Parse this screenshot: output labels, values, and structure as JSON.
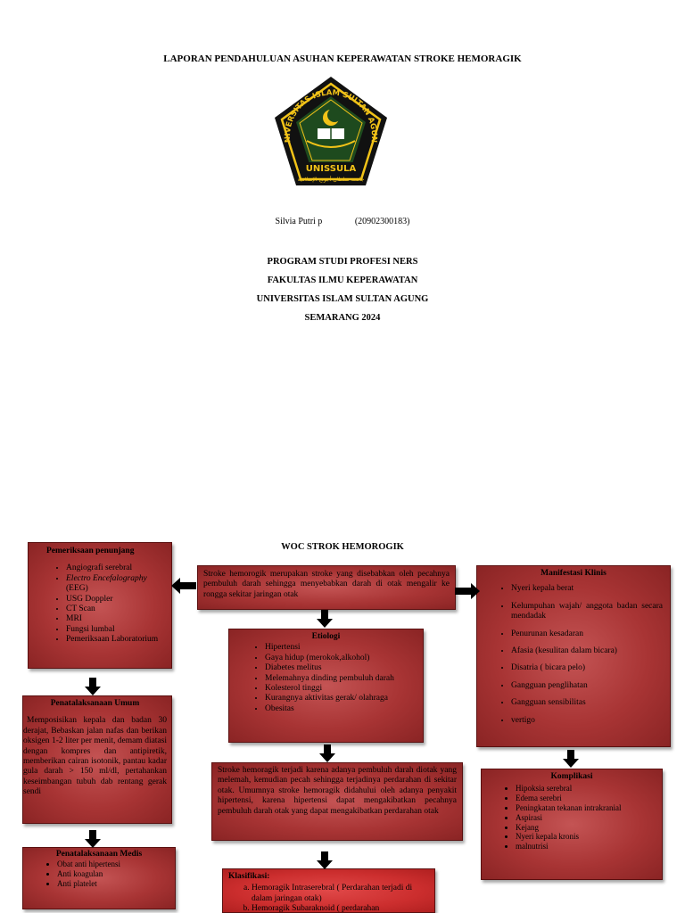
{
  "cover": {
    "title": "LAPORAN PENDAHULUAN ASUHAN KEPERAWATAN   STROKE HEMORAGIK",
    "logo": {
      "arc_text": "UNIVERSITAS ISLAM SULTAN AGUNG",
      "name": "UNISSULA",
      "arabic": "جامعة سلطان أجونج الإسلامية",
      "colors": {
        "green": "#1e4a1e",
        "yellow": "#f2c318",
        "black": "#111111"
      }
    },
    "author_name": "Silvia Putri p",
    "author_nim": "(20902300183)",
    "institution": [
      "PROGRAM STUDI PROFESI NERS",
      "FAKULTAS ILMU KEPERAWATAN",
      "UNIVERSITAS ISLAM SULTAN AGUNG",
      "SEMARANG 2024"
    ]
  },
  "woc": {
    "title": "WOC STROK HEMOROGIK",
    "definition": "Stroke hemorogik merupakan stroke yang disebabkan oleh pecahnya pembuluh darah sehingga menyebabkan darah di otak mengalir ke rongga sekitar jaringan otak",
    "pemeriksaan": {
      "title": "Pemeriksaan penunjang",
      "items": [
        "Angiografi serebral",
        "Electro Encefalography",
        "(EEG)",
        "USG Doppler",
        "CT Scan",
        "MRI",
        "Fungsi lumbal",
        "Pemeriksaan Laboratorium"
      ]
    },
    "penatalaksanaan_umum": {
      "title": "Penatalaksanaan Umum",
      "text": "Memposisikan kepala dan badan 30 derajat, Bebaskan jalan nafas dan berikan oksigen 1-2 liter per menit, demam diatasi dengan kompres dan antipiretik, memberikan cairan isotonik, pantau kadar gula darah > 150 ml/dl, pertahankan keseimbangan tubuh dab rentang gerak sendi"
    },
    "penatalaksanaan_medis": {
      "title": "Penatalaksanaan Medis",
      "items": [
        "Obat anti hipertensi",
        "Anti koagulan",
        "Anti platelet"
      ]
    },
    "etiologi": {
      "title": "Etiologi",
      "items": [
        "Hipertensi",
        "Gaya hidup (merokok,alkohol)",
        "Diabetes melitus",
        "Melemahnya dinding pembuluh darah",
        "Kolesterol tinggi",
        "Kurangnya aktivitas gerak/ olahraga",
        "Obesitas"
      ]
    },
    "patofisiologi": "Stroke hemoragik terjadi karena adanya pembuluh darah diotak yang melemah, kemudian pecah sehingga terjadinya perdarahan di sekitar otak. Umumnya stroke hemoragik didahului oleh adanya penyakit hipertensi, karena hipertensi dapat mengakibatkan pecahnya pembuluh darah otak yang dapat mengakibatkan perdarahan otak",
    "klasifikasi": {
      "title": "Klasifikasi:",
      "items": [
        "Hemoragik Intraserebral ( Perdarahan terjadi di dalam jaringan otak)",
        "Hemoragik Subaraknoid ( perdarahan"
      ]
    },
    "manifestasi": {
      "title": "Manifestasi Klinis",
      "items": [
        "Nyeri kepala berat",
        "Kelumpuhan wajah/ anggota badan secara mendadak",
        "Penurunan kesadaran",
        "Afasia (kesulitan dalam bicara)",
        "Disatria ( bicara pelo)",
        "Gangguan penglihatan",
        "Gangguan sensibilitas",
        "vertigo"
      ]
    },
    "komplikasi": {
      "title": "Komplikasi",
      "items": [
        "Hipoksia serebral",
        "Edema serebri",
        "Peningkatan tekanan intrakranial",
        "Aspirasi",
        "Kejang",
        "Nyeri kepala kronis",
        "malnutrisi"
      ]
    }
  }
}
